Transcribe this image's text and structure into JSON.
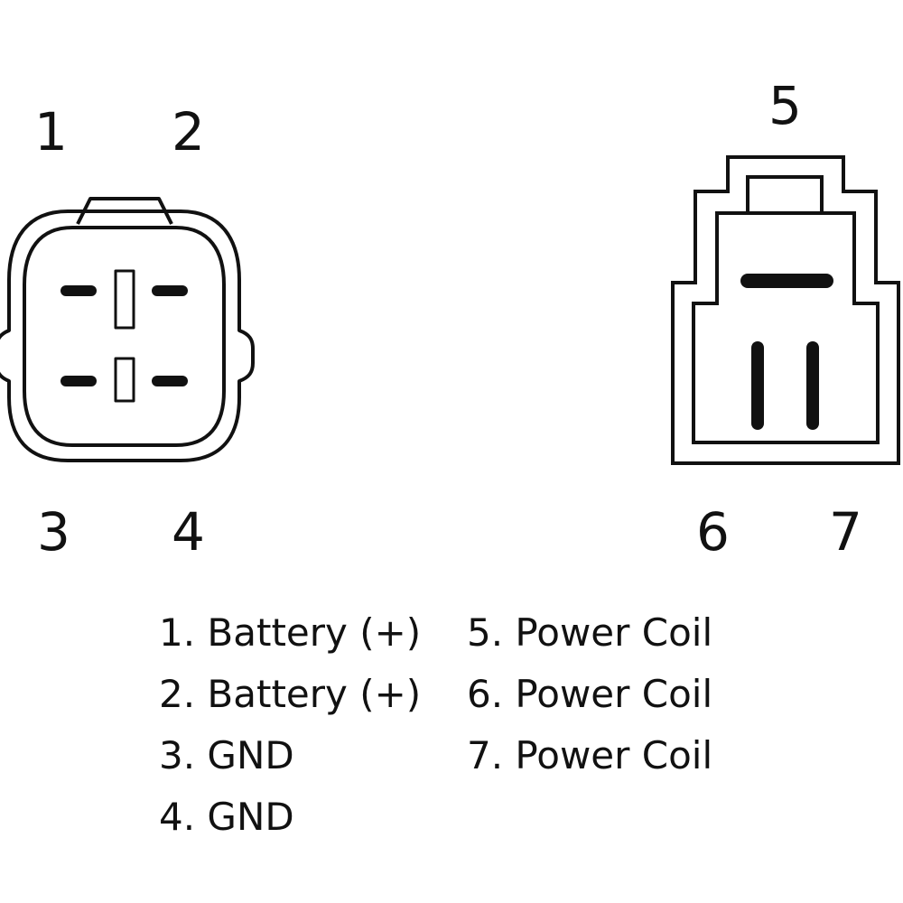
{
  "connector_4pin": {
    "pin_labels": [
      "1",
      "2",
      "3",
      "4"
    ]
  },
  "connector_3pin": {
    "pin_labels": [
      "5",
      "6",
      "7"
    ]
  },
  "legend": {
    "left": [
      "1. Battery (+)",
      "2. Battery (+)",
      "3. GND",
      "4. GND"
    ],
    "right": [
      "5. Power Coil",
      "6. Power Coil",
      "7. Power Coil"
    ]
  },
  "colors": {
    "line": "#111111",
    "background": "#ffffff"
  }
}
